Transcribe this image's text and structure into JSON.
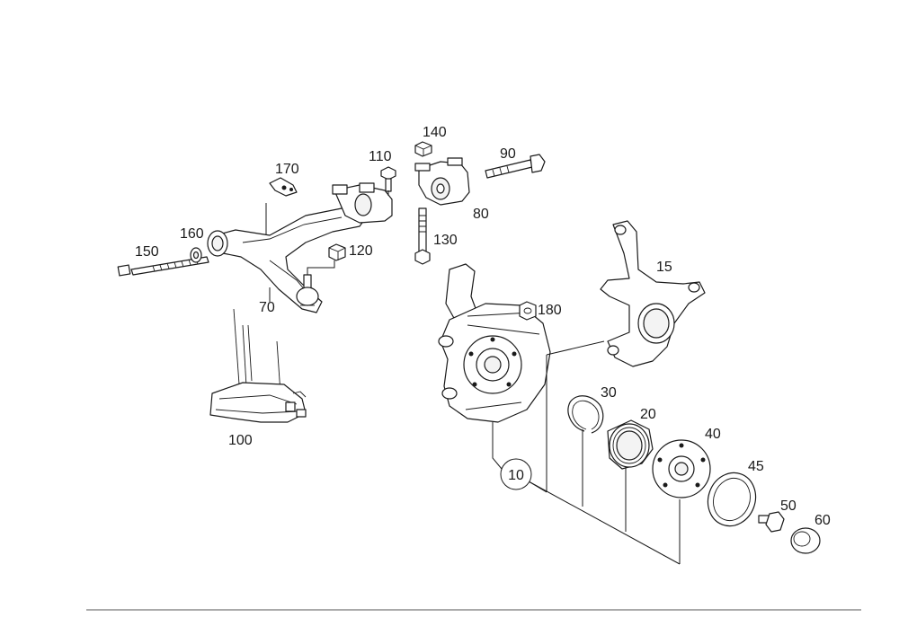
{
  "diagram": {
    "callouts": {
      "c10": "10",
      "c15": "15",
      "c20": "20",
      "c30": "30",
      "c40": "40",
      "c45": "45",
      "c50": "50",
      "c60": "60",
      "c70": "70",
      "c80": "80",
      "c90": "90",
      "c100": "100",
      "c110": "110",
      "c120": "120",
      "c130": "130",
      "c140": "140",
      "c150": "150",
      "c160": "160",
      "c170": "170",
      "c180": "180"
    }
  },
  "colors": {
    "line": "#1a1a1a",
    "background": "#ffffff",
    "rule": "#555555"
  }
}
